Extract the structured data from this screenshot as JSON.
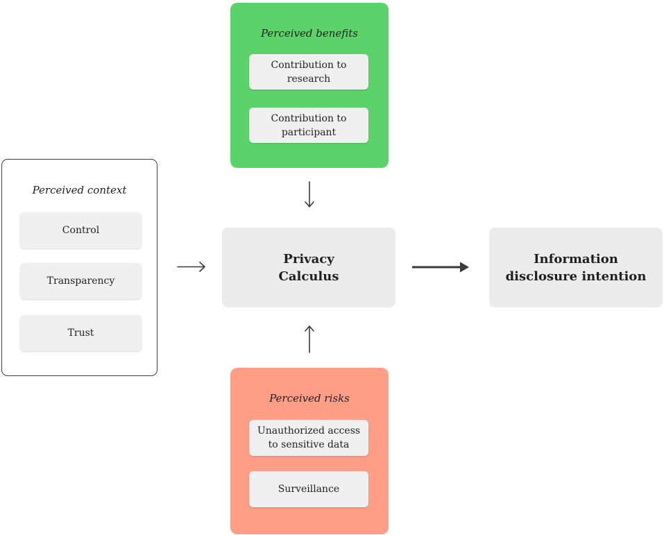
{
  "colors": {
    "background": "#ffffff",
    "benefits_fill": "#5bd36a",
    "risks_fill": "#ff9e87",
    "context_fill": "#ffffff",
    "context_border": "#3c3c3c",
    "node_fill": "#ececec",
    "chip_fill": "#f0f0f0",
    "arrow": "#3a3a3a",
    "text": "#1f1f1f"
  },
  "groups": {
    "benefits": {
      "title": "Perceived benefits",
      "items": [
        [
          "Contribution to",
          "research"
        ],
        [
          "Contribution to",
          "participant"
        ]
      ]
    },
    "context": {
      "title": "Perceived context",
      "items": [
        "Control",
        "Transparency",
        "Trust"
      ]
    },
    "risks": {
      "title": "Perceived risks",
      "items": [
        [
          "Unauthorized access",
          "to sensitive data"
        ],
        [
          "Surveillance"
        ]
      ]
    }
  },
  "nodes": {
    "calculus": [
      "Privacy",
      "Calculus"
    ],
    "outcome": [
      "Information",
      "disclosure intention"
    ]
  },
  "arrows": [
    "perceived-benefits to privacy-calculus",
    "perceived-context to privacy-calculus",
    "privacy-calculus to information-disclosure-intention",
    "perceived-risks to privacy-calculus"
  ]
}
